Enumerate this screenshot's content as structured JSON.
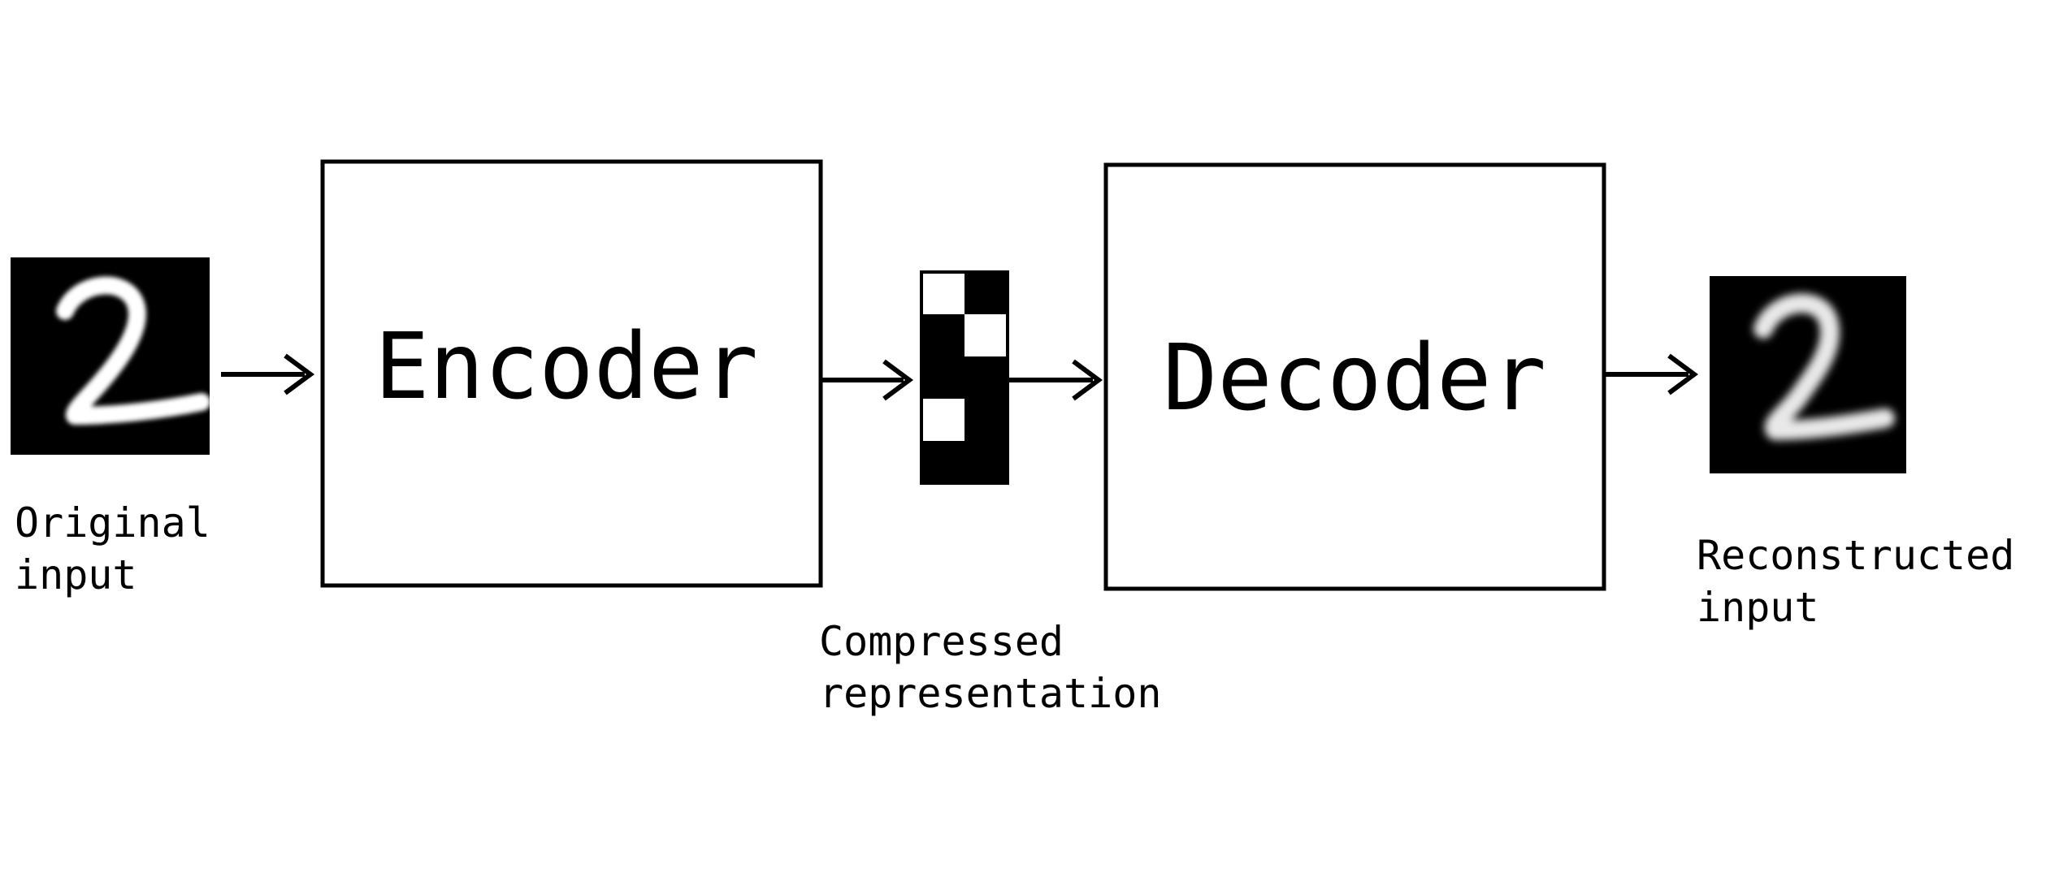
{
  "colors": {
    "background": "#ffffff",
    "stroke": "#000000",
    "digit_background": "#000000",
    "digit_stroke": "#ffffff",
    "code_on": "#ffffff",
    "code_off": "#000000"
  },
  "original_input": {
    "line1": "Original",
    "line2": "input"
  },
  "encoder": {
    "label": "Encoder"
  },
  "compressed": {
    "line1": "Compressed",
    "line2": "representation",
    "code_cells": [
      1,
      0,
      0,
      1,
      0,
      0,
      1,
      0,
      0,
      0
    ]
  },
  "decoder": {
    "label": "Decoder"
  },
  "reconstructed_input": {
    "line1": "Reconstructed",
    "line2": "input"
  }
}
